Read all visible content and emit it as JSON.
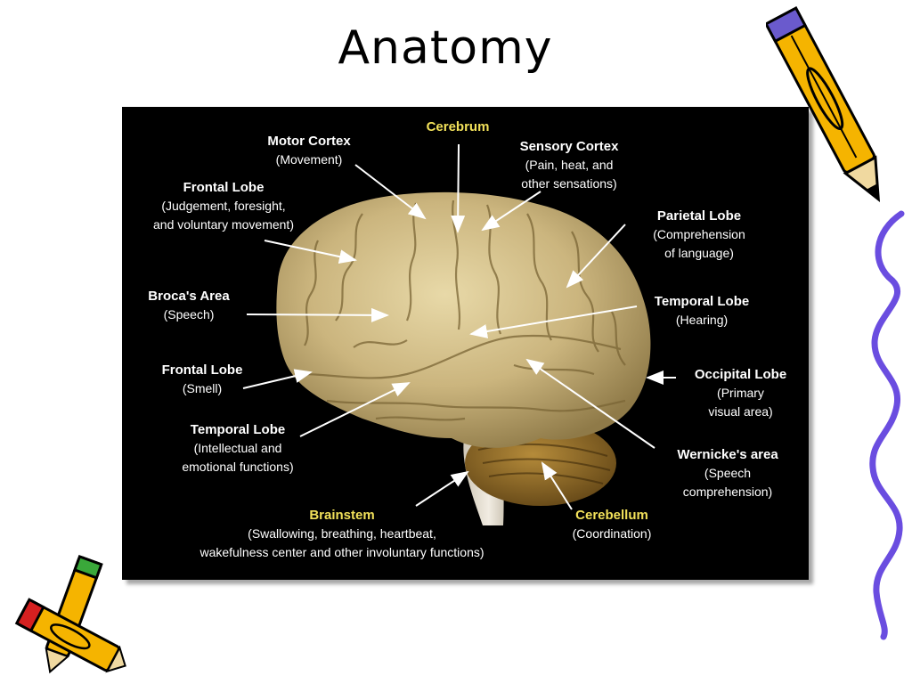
{
  "slide": {
    "title": "Anatomy",
    "icons": [
      "pencil-icon",
      "crayon-icon",
      "squiggle-line-icon"
    ]
  },
  "figure": {
    "labels": [
      {
        "id": "cerebrum",
        "heading": "Cerebrum",
        "lines": [],
        "highlight": true
      },
      {
        "id": "motor-cortex",
        "heading": "Motor Cortex",
        "lines": [
          "(Movement)"
        ]
      },
      {
        "id": "sensory-cortex",
        "heading": "Sensory Cortex",
        "lines": [
          "(Pain, heat, and",
          "other sensations)"
        ]
      },
      {
        "id": "frontal-lobe-1",
        "heading": "Frontal Lobe",
        "lines": [
          "(Judgement, foresight,",
          "and voluntary movement)"
        ]
      },
      {
        "id": "parietal-lobe",
        "heading": "Parietal Lobe",
        "lines": [
          "(Comprehension",
          "of language)"
        ]
      },
      {
        "id": "brocas-area",
        "heading": "Broca's Area",
        "lines": [
          "(Speech)"
        ]
      },
      {
        "id": "temporal-lobe-1",
        "heading": "Temporal Lobe",
        "lines": [
          "(Hearing)"
        ]
      },
      {
        "id": "frontal-lobe-2",
        "heading": "Frontal Lobe",
        "lines": [
          "(Smell)"
        ]
      },
      {
        "id": "occipital-lobe",
        "heading": "Occipital Lobe",
        "lines": [
          "(Primary",
          "visual area)"
        ]
      },
      {
        "id": "temporal-lobe-2",
        "heading": "Temporal Lobe",
        "lines": [
          "(Intellectual and",
          "emotional functions)"
        ]
      },
      {
        "id": "wernickes-area",
        "heading": "Wernicke's area",
        "lines": [
          "(Speech",
          "comprehension)"
        ]
      },
      {
        "id": "brainstem",
        "heading": "Brainstem",
        "lines": [
          "(Swallowing, breathing, heartbeat,",
          "wakefulness center and other involuntary functions)"
        ],
        "highlight": true
      },
      {
        "id": "cerebellum",
        "heading": "Cerebellum",
        "lines": [
          "(Coordination)"
        ],
        "highlight": true
      }
    ]
  }
}
